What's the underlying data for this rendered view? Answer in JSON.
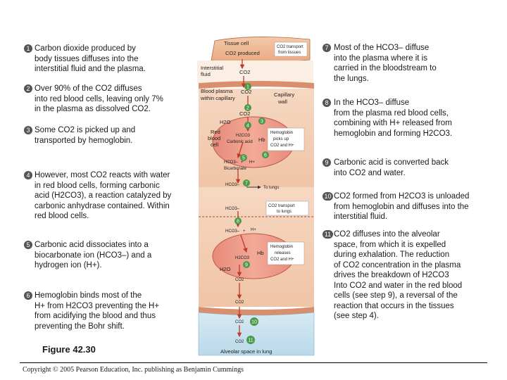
{
  "left_steps": [
    {
      "num": "1",
      "text": "Carbon dioxide produced by\nbody tissues diffuses into the\ninterstitial fluid and the plasma."
    },
    {
      "num": "2",
      "text": "Over 90% of the CO2 diffuses\ninto red blood cells, leaving only 7%\nin the plasma as dissolved CO2."
    },
    {
      "num": "3",
      "text": "Some CO2 is picked up and\ntransported by hemoglobin."
    },
    {
      "num": "4",
      "text": "However, most CO2 reacts with water\nin red blood cells, forming carbonic\nacid (H2CO3), a reaction catalyzed by\ncarbonic anhydrase contained. Within\nred blood cells."
    },
    {
      "num": "5",
      "text": "Carbonic acid dissociates into a\nbiocarbonate ion (HCO3–) and a\nhydrogen ion (H+)."
    },
    {
      "num": "6",
      "text": "Hemoglobin binds most of the\nH+ from H2CO3 preventing the H+\nfrom acidifying the blood and thus\npreventing the Bohr shift."
    }
  ],
  "right_steps": [
    {
      "num": "7",
      "text": "Most of the HCO3– diffuse\ninto the plasma where it is\ncarried in the bloodstream to\nthe lungs."
    },
    {
      "num": "8",
      "text": "In the HCO3– diffuse\nfrom the plasma red blood cells,\ncombining with H+ released from\nhemoglobin and forming H2CO3."
    },
    {
      "num": "9",
      "text": "Carbonic acid is converted back\ninto CO2 and water."
    },
    {
      "num": "10",
      "text": "CO2 formed from H2CO3 is unloaded\nfrom hemoglobin and diffuses into the\ninterstitial fluid."
    },
    {
      "num": "11",
      "text": "CO2 diffuses into the alveolar\nspace, from which it is expelled\nduring exhalation. The reduction\nof CO2 concentration in the plasma\ndrives the breakdown of H2CO3\nInto CO2 and water in the red blood\ncells (see step 9), a reversal of the\nreaction that occurs in the tissues\n(see step 4)."
    }
  ],
  "figure_label": "Figure 42.30",
  "copyright": "Copyright © 2005 Pearson Education, Inc. publishing as Benjamin Cummings",
  "diagram": {
    "tissue_cell": "Tissue cell",
    "co2_produced": "CO2 produced",
    "co2_transport": "CO2 transport",
    "from_tissues": "from tissues",
    "interstitial": "Interstitial",
    "fluid": "fluid",
    "co2_a": "CO2",
    "blood_plasma": "Blood plasma",
    "within_capillary": "within capillary",
    "co2_b": "CO2",
    "capillary": "Capillary",
    "wall": "wall",
    "co2_c": "CO2",
    "h2o_a": "H2O",
    "red": "Red",
    "blood": "blood",
    "cell": "cell",
    "h2co3_a": "H2CO3",
    "carbonic_anhydrase": "Carbonic acid",
    "hb_a": "Hb",
    "hb_picks_1": "Hemoglobin",
    "hb_picks_2": "picks up",
    "hb_picks_3": "CO2 and H+",
    "hco3_a": "HCO3–",
    "plus_a": "+",
    "h_a": "H+",
    "bicarbonate": "Bicarbonate",
    "hco3_b": "HCO3–",
    "to_lungs": "To lungs",
    "co2_transport_b": "CO2 transport",
    "to_lungs_b": "to lungs",
    "hco3_c": "HCO3–",
    "hco3_d": "HCO3–",
    "plus_b": "+",
    "h_b": "H+",
    "h2co3_b": "H2CO3",
    "hb_b": "Hb",
    "hb_rel_1": "Hemoglobin",
    "hb_rel_2": "releases",
    "hb_rel_3": "CO2 and H+",
    "h2o_b": "H2O",
    "co2_d": "CO2",
    "co2_e": "CO2",
    "co2_f": "CO2",
    "co2_g": "CO2",
    "alveolar": "Alveolar space in lung",
    "badges": [
      "1",
      "2",
      "3",
      "4",
      "5",
      "6",
      "7",
      "8",
      "9",
      "10",
      "11"
    ]
  }
}
